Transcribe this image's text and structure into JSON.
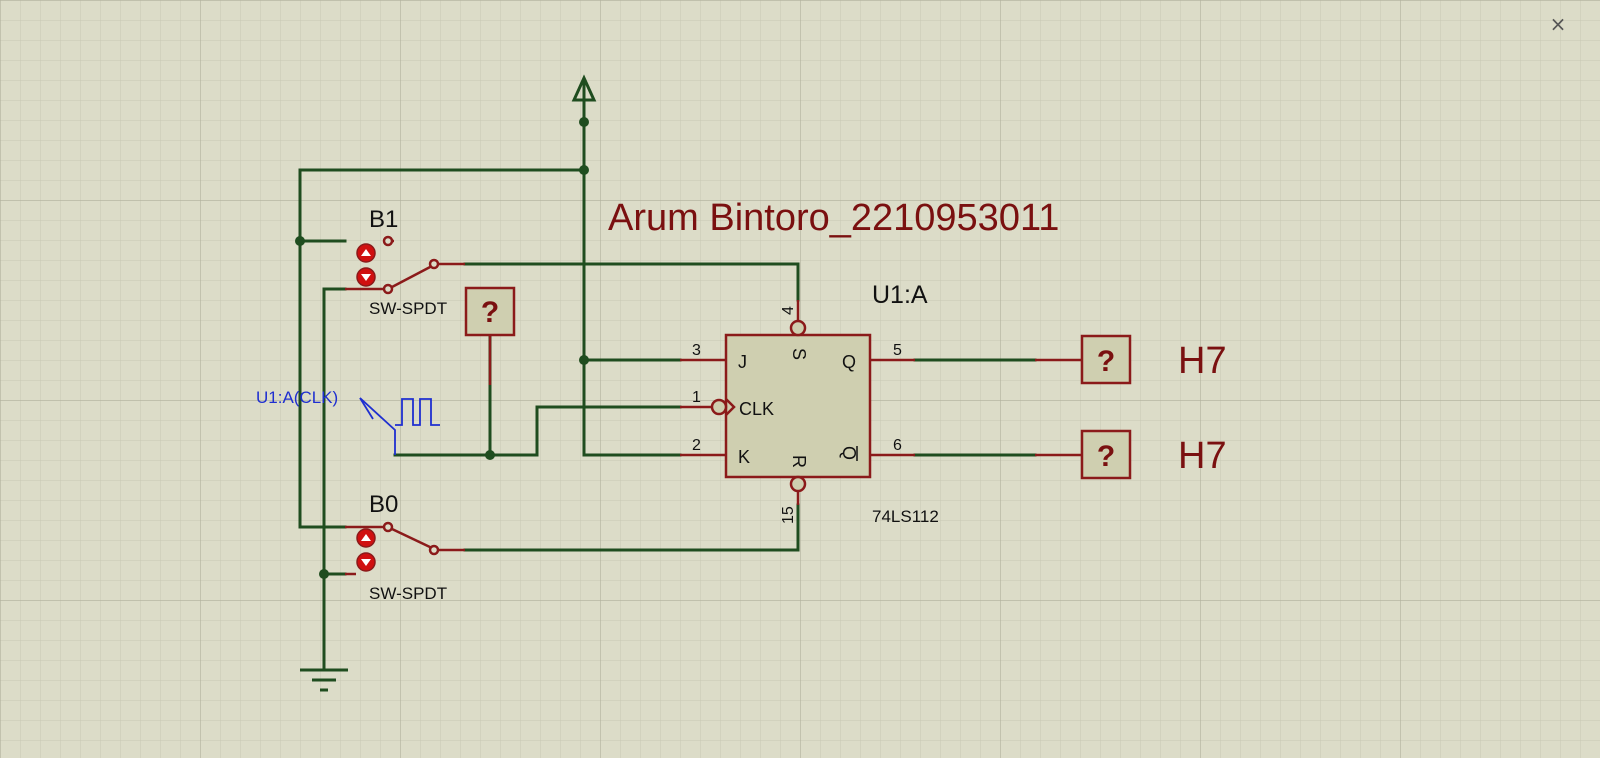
{
  "window": {
    "close_glyph": "×",
    "close_icon": "close-icon"
  },
  "colors": {
    "background": "#dcdcc8",
    "grid_minor": "#c8c8b4",
    "grid_major": "#b4b4a0",
    "wire": "#1f4d1f",
    "pin": "#8b1a1a",
    "component_fill": "#cfcfb0",
    "label_red": "#7a1010",
    "probe_blue": "#1f2fd0",
    "switch_red": "#d01010"
  },
  "diagram": {
    "title": "Arum Bintoro_2210953011",
    "chip": {
      "ref": "U1:A",
      "part": "74LS112",
      "pins": {
        "j": {
          "name": "J",
          "num": "3"
        },
        "clk": {
          "name": "CLK",
          "num": "1"
        },
        "k": {
          "name": "K",
          "num": "2"
        },
        "s": {
          "name": "S",
          "num": "4"
        },
        "r": {
          "name": "R",
          "num": "15"
        },
        "q": {
          "name": "Q",
          "num": "5"
        },
        "qbar": {
          "name": "Q",
          "num": "6"
        }
      }
    },
    "switch_b1": {
      "ref": "B1",
      "part": "SW-SPDT"
    },
    "switch_b0": {
      "ref": "B0",
      "part": "SW-SPDT"
    },
    "clock": {
      "label": "U1:A(CLK)"
    },
    "probe_clk": {
      "symbol": "?"
    },
    "probe_q": {
      "symbol": "?",
      "label": "H7"
    },
    "probe_qbar": {
      "symbol": "?",
      "label": "H7"
    }
  }
}
